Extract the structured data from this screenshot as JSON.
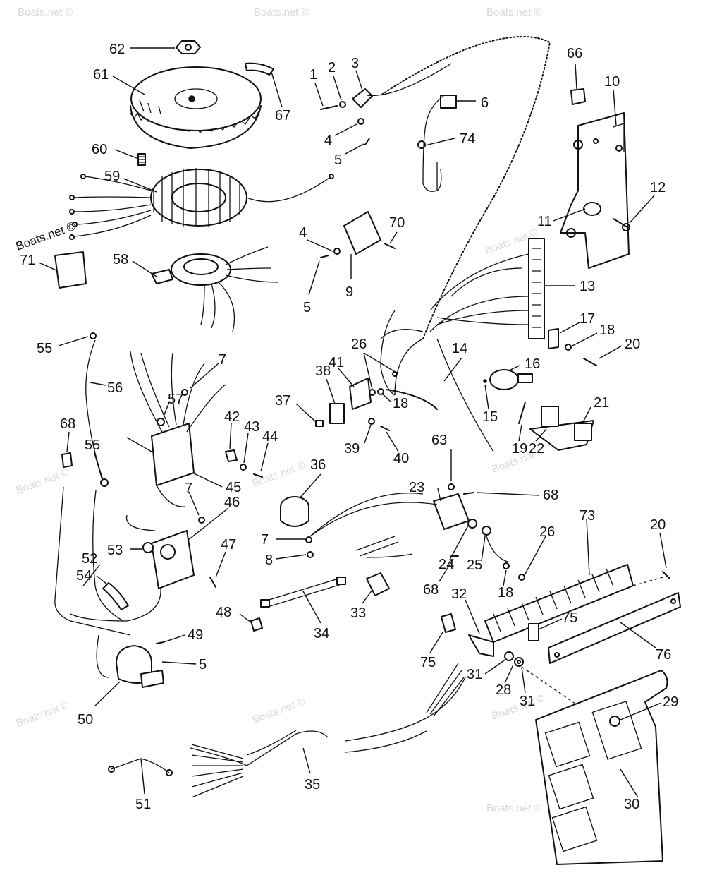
{
  "watermark": {
    "text": "Boats.net ©",
    "prominent_text": "Boats.net ©"
  },
  "callouts": [
    {
      "label": "62"
    },
    {
      "label": "61"
    },
    {
      "label": "67"
    },
    {
      "label": "60"
    },
    {
      "label": "59"
    },
    {
      "label": "71"
    },
    {
      "label": "58"
    },
    {
      "label": "1"
    },
    {
      "label": "2"
    },
    {
      "label": "3"
    },
    {
      "label": "4"
    },
    {
      "label": "5"
    },
    {
      "label": "6"
    },
    {
      "label": "74"
    },
    {
      "label": "66"
    },
    {
      "label": "10"
    },
    {
      "label": "12"
    },
    {
      "label": "11"
    },
    {
      "label": "70"
    },
    {
      "label": "4"
    },
    {
      "label": "5"
    },
    {
      "label": "9"
    },
    {
      "label": "13"
    },
    {
      "label": "17"
    },
    {
      "label": "18"
    },
    {
      "label": "20"
    },
    {
      "label": "55"
    },
    {
      "label": "56"
    },
    {
      "label": "7"
    },
    {
      "label": "57"
    },
    {
      "label": "68"
    },
    {
      "label": "55"
    },
    {
      "label": "42"
    },
    {
      "label": "43"
    },
    {
      "label": "44"
    },
    {
      "label": "45"
    },
    {
      "label": "7"
    },
    {
      "label": "46"
    },
    {
      "label": "53"
    },
    {
      "label": "52"
    },
    {
      "label": "54"
    },
    {
      "label": "47"
    },
    {
      "label": "48"
    },
    {
      "label": "49"
    },
    {
      "label": "5"
    },
    {
      "label": "50"
    },
    {
      "label": "51"
    },
    {
      "label": "26"
    },
    {
      "label": "18"
    },
    {
      "label": "41"
    },
    {
      "label": "38"
    },
    {
      "label": "37"
    },
    {
      "label": "39"
    },
    {
      "label": "40"
    },
    {
      "label": "14"
    },
    {
      "label": "16"
    },
    {
      "label": "15"
    },
    {
      "label": "19"
    },
    {
      "label": "21"
    },
    {
      "label": "22"
    },
    {
      "label": "36"
    },
    {
      "label": "63"
    },
    {
      "label": "23"
    },
    {
      "label": "68"
    },
    {
      "label": "7"
    },
    {
      "label": "8"
    },
    {
      "label": "24"
    },
    {
      "label": "25"
    },
    {
      "label": "26"
    },
    {
      "label": "73"
    },
    {
      "label": "20"
    },
    {
      "label": "68"
    },
    {
      "label": "18"
    },
    {
      "label": "33"
    },
    {
      "label": "34"
    },
    {
      "label": "32"
    },
    {
      "label": "75"
    },
    {
      "label": "76"
    },
    {
      "label": "75"
    },
    {
      "label": "31"
    },
    {
      "label": "28"
    },
    {
      "label": "31"
    },
    {
      "label": "29"
    },
    {
      "label": "35"
    },
    {
      "label": "30"
    }
  ]
}
